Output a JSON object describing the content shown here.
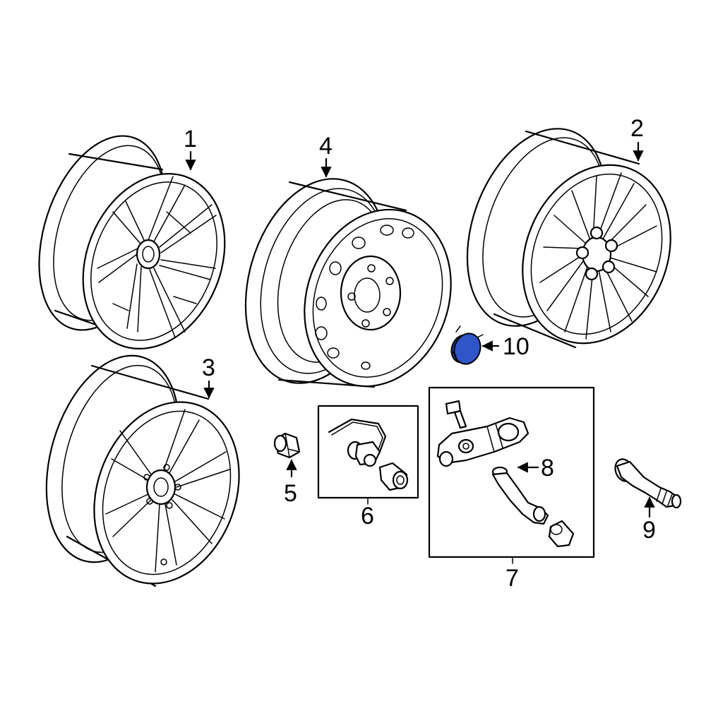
{
  "callouts": {
    "c1": "1",
    "c2": "2",
    "c3": "3",
    "c4": "4",
    "c5": "5",
    "c6": "6",
    "c7": "7",
    "c8": "8",
    "c9": "9",
    "c10": "10"
  },
  "colors": {
    "highlight_part": "#2f56c8",
    "line": "#000000",
    "background": "#ffffff"
  }
}
